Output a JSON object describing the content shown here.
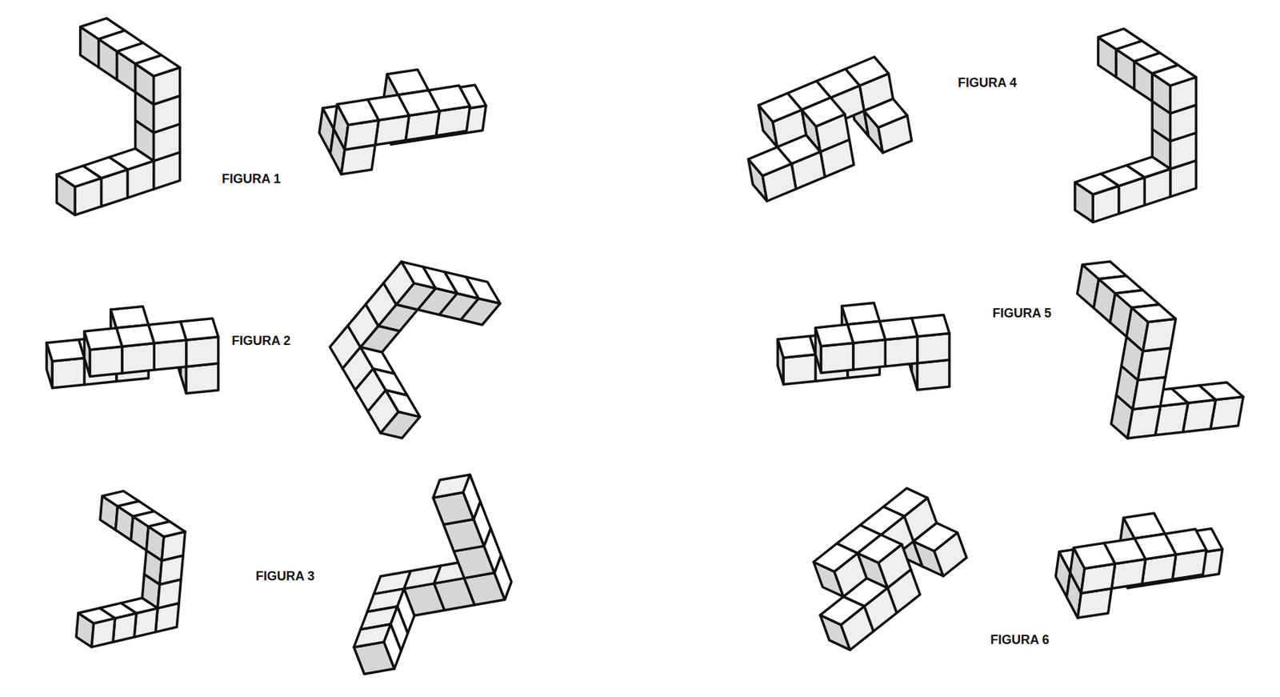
{
  "diagram": {
    "labels": [
      "FIGURA 1",
      "FIGURA 2",
      "FIGURA 3",
      "FIGURA 4",
      "FIGURA 5",
      "FIGURA 6"
    ]
  }
}
